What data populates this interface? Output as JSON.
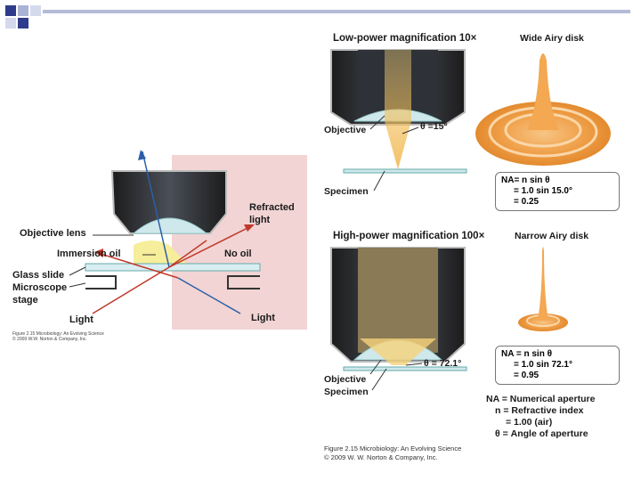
{
  "left_figure": {
    "objective_lens": "Objective lens",
    "immersion_oil": "Immersion oil",
    "no_oil": "No oil",
    "refracted_light": [
      "Refracted",
      "light"
    ],
    "glass_slide": "Glass slide",
    "microscope_stage": [
      "Microscope",
      "stage"
    ],
    "light_left": "Light",
    "light_right": "Light",
    "credit": [
      "Figure 2.15 Microbiology: An Evolving Science",
      "© 2009 W.W. Norton & Company, Inc."
    ]
  },
  "top_panel": {
    "title": "Low-power magnification 10×",
    "disk_label": "Wide Airy disk",
    "objective": "Objective",
    "angle": "θ =15°",
    "specimen": "Specimen",
    "na_box": [
      "NA= n sin θ",
      "= 1.0 sin 15.0°",
      "= 0.25"
    ]
  },
  "bottom_panel": {
    "title": "High-power magnification 100×",
    "disk_label": "Narrow Airy disk",
    "angle": "θ = 72.1°",
    "objective": "Objective",
    "specimen": "Specimen",
    "na_box": [
      "NA = n sin θ",
      "= 1.0 sin 72.1°",
      "= 0.95"
    ]
  },
  "legend": [
    "NA = Numerical aperture",
    "n = Refractive index",
    "= 1.00 (air)",
    "θ = Angle of aperture"
  ],
  "caption": [
    "Figure 2.15  Microbiology: An Evolving Science",
    "© 2009 W. W. Norton & Company, Inc."
  ],
  "colors": {
    "slide_accent": "#2f3c8c",
    "light_beam": "#c0392b",
    "ray_blue": "#2b5fa8",
    "pink_panel": "#f2d4d4",
    "orange_disk": "#f0a04a"
  }
}
